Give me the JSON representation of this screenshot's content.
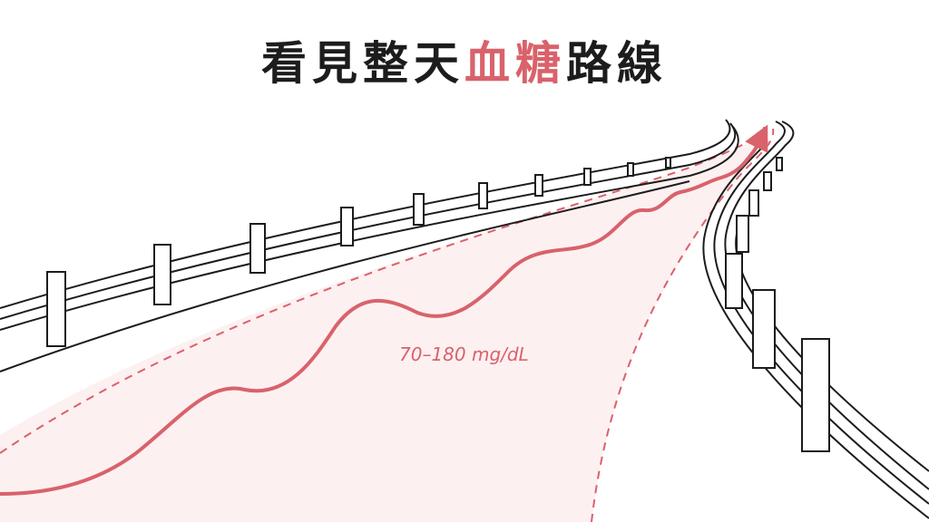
{
  "title": {
    "part1": "看見整天",
    "highlight": "血糖",
    "part2": "路線"
  },
  "range_label": "70–180 mg/dL",
  "colors": {
    "accent": "#d9626b",
    "road_fill": "#fdf0f1",
    "ink": "#1c1c1c"
  }
}
